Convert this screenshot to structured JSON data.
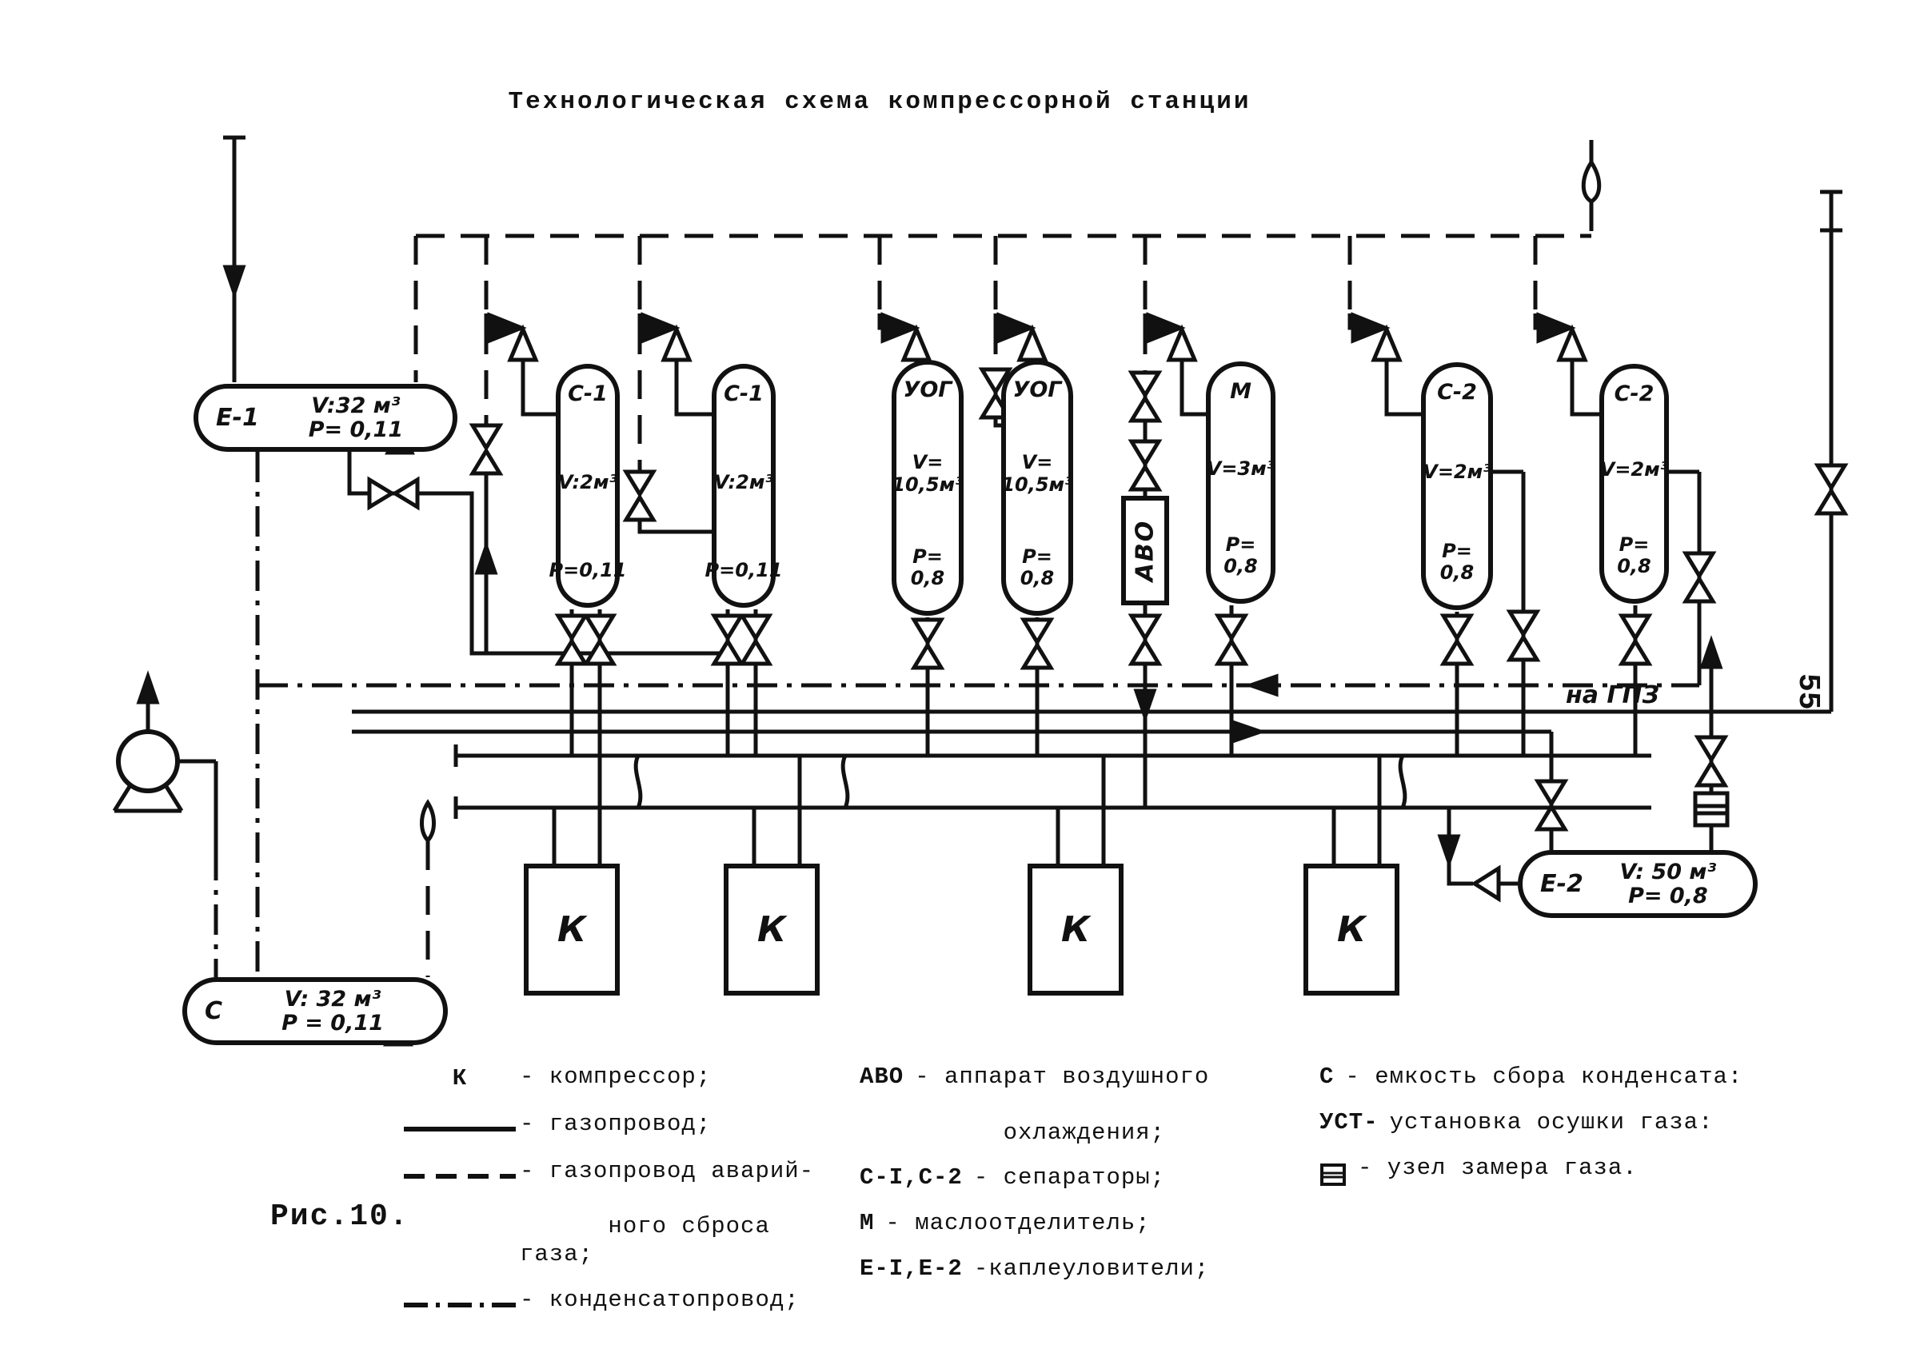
{
  "title": "Технологическая схема компрессорной станции",
  "page_number": "55",
  "figure_caption": "Рис.10.",
  "flow_labels": {
    "to_gpz": "на ГПЗ"
  },
  "vessels": {
    "e1": {
      "name": "Е-1",
      "volume": "V:32 м³",
      "pressure": "P= 0,11"
    },
    "c1a": {
      "name": "С-1",
      "volume": "V:2м³",
      "pressure": "P=0,11"
    },
    "c1b": {
      "name": "С-1",
      "volume": "V:2м³",
      "pressure": "P=0,11"
    },
    "uog1": {
      "name": "УОГ",
      "volume": "V= 10,5м³",
      "pressure": "P= 0,8"
    },
    "uog2": {
      "name": "УОГ",
      "volume": "V= 10,5м³",
      "pressure": "P= 0,8"
    },
    "avo": {
      "name": "АВО"
    },
    "m": {
      "name": "М",
      "volume": "V=3м³",
      "pressure": "P= 0,8"
    },
    "c2a": {
      "name": "С-2",
      "volume": "V=2м³",
      "pressure": "P= 0,8"
    },
    "c2b": {
      "name": "С-2",
      "volume": "V=2м³",
      "pressure": "P= 0,8"
    },
    "e2": {
      "name": "Е-2",
      "volume": "V: 50 м³",
      "pressure": "P= 0,8"
    },
    "c": {
      "name": "С",
      "volume": "V: 32 м³",
      "pressure": "P = 0,11"
    }
  },
  "compressors": {
    "label": "К"
  },
  "legend": {
    "col1": [
      {
        "sym": "К",
        "text": "- компрессор;"
      },
      {
        "sym": "solid-line",
        "text": "- газопровод;"
      },
      {
        "sym": "dashed-line",
        "text": "- газопровод аварий-",
        "text2": "ного сброса газа;"
      },
      {
        "sym": "dashdot-line",
        "text": "- конденсатопровод;"
      }
    ],
    "col2": [
      {
        "sym": "АВО",
        "text": "- аппарат воздушного",
        "text2": "охлаждения;"
      },
      {
        "sym": "С-I,С-2",
        "text": "- сепараторы;"
      },
      {
        "sym": "М",
        "text": "- маслоотделитель;"
      },
      {
        "sym": "Е-I,Е-2",
        "text": "-каплеуловители;"
      }
    ],
    "col3": [
      {
        "sym": "С",
        "text": "- емкость сбора конденсата:"
      },
      {
        "sym": "УСТ-",
        "text": "установка осушки газа:"
      },
      {
        "sym": "meter-box",
        "text": "- узел замера газа."
      }
    ]
  }
}
